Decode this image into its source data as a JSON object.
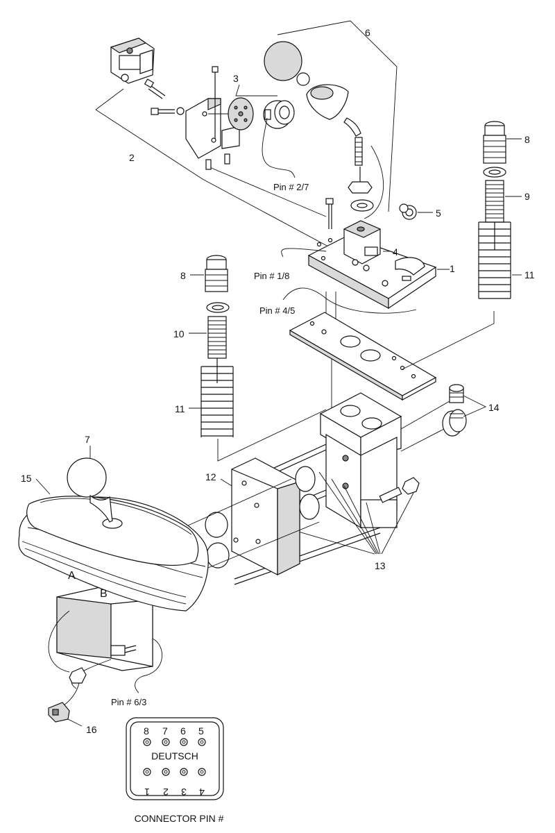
{
  "callouts": {
    "c1": "1",
    "c2": "2",
    "c3": "3",
    "c4": "4",
    "c5": "5",
    "c6": "6",
    "c7": "7",
    "c8a": "8",
    "c8b": "8",
    "c9": "9",
    "c10": "10",
    "c11a": "11",
    "c11b": "11",
    "c12": "12",
    "c13": "13",
    "c14": "14",
    "c15": "15",
    "c16": "16"
  },
  "pin_labels": {
    "p27": "Pin # 2/7",
    "p18": "Pin # 1/8",
    "p45": "Pin # 4/5",
    "p63": "Pin # 6/3"
  },
  "shifter_letters": {
    "a": "A",
    "b": "B"
  },
  "connector": {
    "title": "DEUTSCH",
    "caption": "CONNECTOR PIN #",
    "top_pins": [
      "8",
      "7",
      "6",
      "5"
    ],
    "bottom_pins": [
      "1",
      "2",
      "3",
      "4"
    ]
  }
}
